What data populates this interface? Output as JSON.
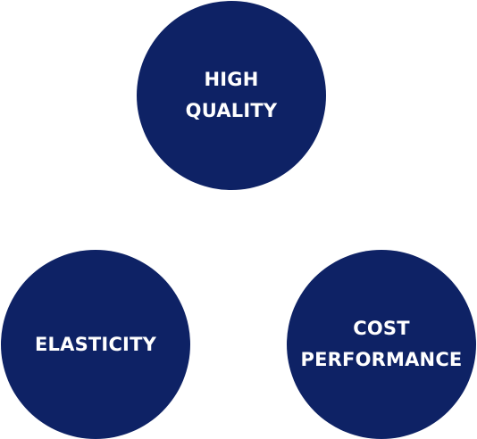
{
  "diagram": {
    "circle_color": "#0e2265",
    "text_color": "#ffffff",
    "nodes": [
      {
        "id": "high-quality",
        "label": "HIGH\nQUALITY"
      },
      {
        "id": "elasticity",
        "label": "ELASTICITY"
      },
      {
        "id": "cost-performance",
        "label": "COST\nPERFORMANCE"
      }
    ]
  }
}
